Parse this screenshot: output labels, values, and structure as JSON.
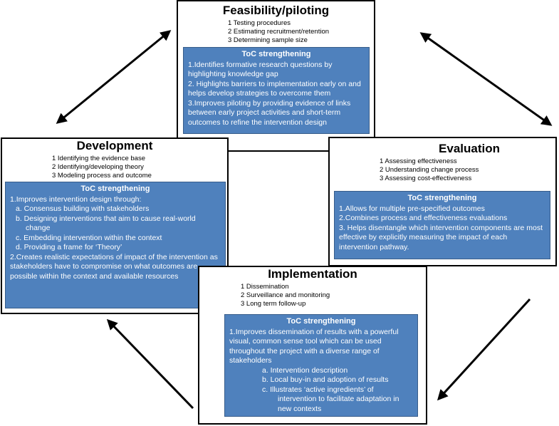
{
  "feasibility": {
    "title": "Feasibility/piloting",
    "items": [
      "1 Testing procedures",
      "2 Estimating recruitment/retention",
      "3 Determining sample size"
    ],
    "toc_title": "ToC strengthening",
    "toc_points": [
      "1.Identifies formative research questions by highlighting knowledge gap",
      "2. Highlights barriers to implementation early on and helps develop strategies to overcome them",
      "3.Improves piloting by providing evidence of links between early project activities and short-term outcomes to refine the intervention design"
    ]
  },
  "development": {
    "title": "Development",
    "items": [
      "1 Identifying the evidence base",
      "2 Identifying/developing theory",
      "3 Modeling process and outcome"
    ],
    "toc_title": "ToC strengthening",
    "point1": "1.Improves intervention design through:",
    "subpoints": [
      "a. Consensus building with stakeholders",
      "b. Designing interventions that aim to cause real-world change",
      "c. Embedding intervention within the context",
      "d. Providing a frame for ‘Theory’"
    ],
    "point2": "2.Creates realistic expectations of impact of the intervention as stakeholders have to compromise on what outcomes are possible within the context and available resources"
  },
  "evaluation": {
    "title": "Evaluation",
    "items": [
      "1 Assessing effectiveness",
      "2 Understanding change process",
      "3 Assessing cost-effectiveness"
    ],
    "toc_title": "ToC strengthening",
    "toc_points": [
      "1.Allows for multiple pre-specified outcomes",
      "2.Combines process and effectiveness evaluations",
      "3. Helps disentangle which intervention components are most effective by explicitly measuring the impact of each intervention pathway."
    ]
  },
  "implementation": {
    "title": "Implementation",
    "items": [
      "1 Dissemination",
      "2 Surveillance and monitoring",
      "3 Long term follow-up"
    ],
    "toc_title": "ToC strengthening",
    "point1": "1.Improves dissemination of results with a powerful visual, common sense tool which can be used throughout the project with a diverse range of stakeholders",
    "subpoints": [
      "a.   Intervention description",
      "b.   Local buy-in and adoption of results",
      "c.   Illustrates ‘active ingredients’ of intervention to facilitate adaptation in new contexts"
    ]
  },
  "colors": {
    "toc_fill": "#4f81bd",
    "toc_border": "#385d8a",
    "box_border": "#000000"
  }
}
